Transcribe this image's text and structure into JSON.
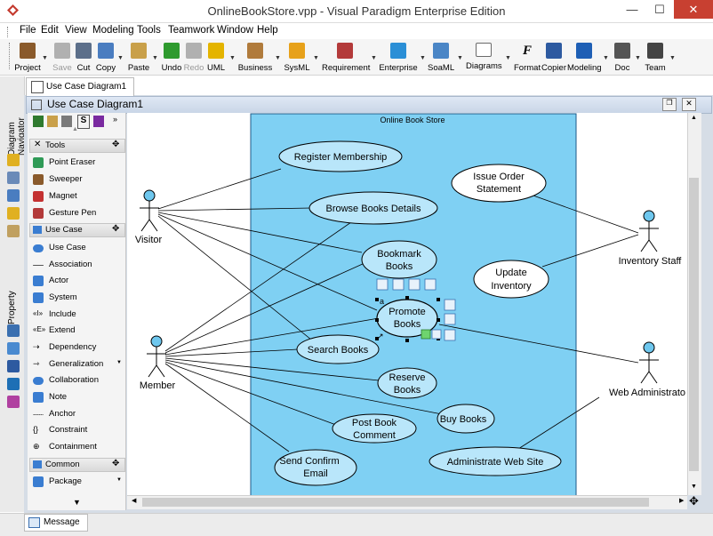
{
  "window": {
    "title": "OnlineBookStore.vpp - Visual Paradigm Enterprise Edition",
    "min": "—",
    "max": "☐",
    "close": "✕"
  },
  "menu": [
    "File",
    "Edit",
    "View",
    "Modeling",
    "Tools",
    "Teamwork",
    "Window",
    "Help"
  ],
  "toolbar": [
    {
      "label": "Project",
      "icon": "project-icon",
      "color": "#8a5a2b",
      "enabled": true
    },
    {
      "label": "Save",
      "icon": "save-icon",
      "color": "#b0b0b0",
      "enabled": false
    },
    {
      "label": "Cut",
      "icon": "scissors-icon",
      "color": "#5c6f8a",
      "enabled": true
    },
    {
      "label": "Copy",
      "icon": "copy-icon",
      "color": "#4a7dc0",
      "enabled": true
    },
    {
      "label": "Paste",
      "icon": "paste-icon",
      "color": "#c9a04a",
      "enabled": true
    },
    {
      "label": "Undo",
      "icon": "undo-icon",
      "color": "#2e9a2e",
      "enabled": true
    },
    {
      "label": "Redo",
      "icon": "redo-icon",
      "color": "#b0b0b0",
      "enabled": false
    },
    {
      "label": "UML",
      "icon": "uml-icon",
      "color": "#e4b400",
      "enabled": true
    },
    {
      "label": "Business",
      "icon": "business-icon",
      "color": "#b07b3c",
      "enabled": true
    },
    {
      "label": "SysML",
      "icon": "sysml-icon",
      "color": "#e7a11a",
      "enabled": true
    },
    {
      "label": "Requirement",
      "icon": "requirement-icon",
      "color": "#b33a3a",
      "enabled": true
    },
    {
      "label": "Enterprise",
      "icon": "enterprise-icon",
      "color": "#2b8fd6",
      "enabled": true
    },
    {
      "label": "SoaML",
      "icon": "soaml-icon",
      "color": "#4b86c6",
      "enabled": true
    },
    {
      "label": "Diagrams",
      "icon": "diagrams-icon",
      "color": "#6a6a6a",
      "enabled": true
    },
    {
      "label": "Format",
      "icon": "format-icon",
      "color": "#333333",
      "enabled": true
    },
    {
      "label": "Copier",
      "icon": "copier-icon",
      "color": "#2d5aa0",
      "enabled": true
    },
    {
      "label": "Modeling",
      "icon": "modeling-icon",
      "color": "#1e5fb5",
      "enabled": true
    },
    {
      "label": "Doc",
      "icon": "doc-icon",
      "color": "#555555",
      "enabled": true
    },
    {
      "label": "Team",
      "icon": "team-icon",
      "color": "#444444",
      "enabled": true
    }
  ],
  "side_strip": {
    "navigator": "Diagram Navigator",
    "property": "Property"
  },
  "tab": {
    "label": "Use Case Diagram1"
  },
  "diagram_header": {
    "title": "Use Case Diagram1"
  },
  "palette": {
    "tools_header": "Tools",
    "tools": [
      {
        "label": "Point Eraser",
        "icon": "eraser-icon",
        "color": "#2f9a56"
      },
      {
        "label": "Sweeper",
        "icon": "sweeper-icon",
        "color": "#8a5a2b"
      },
      {
        "label": "Magnet",
        "icon": "magnet-icon",
        "color": "#c43232"
      },
      {
        "label": "Gesture Pen",
        "icon": "pen-icon",
        "color": "#b33a3a"
      }
    ],
    "usecase_header": "Use Case",
    "usecase_items": [
      {
        "label": "Use Case",
        "icon": "use-case-icon",
        "color": "#3a7dd1"
      },
      {
        "label": "Association",
        "icon": "association-icon",
        "color": "#555555"
      },
      {
        "label": "Actor",
        "icon": "actor-icon",
        "color": "#3a7dd1"
      },
      {
        "label": "System",
        "icon": "system-icon",
        "color": "#3a7dd1"
      },
      {
        "label": "Include",
        "icon": "include-icon",
        "color": "#555555"
      },
      {
        "label": "Extend",
        "icon": "extend-icon",
        "color": "#555555"
      },
      {
        "label": "Dependency",
        "icon": "dependency-icon",
        "color": "#555555"
      },
      {
        "label": "Generalization",
        "icon": "generalization-icon",
        "color": "#555555"
      },
      {
        "label": "Collaboration",
        "icon": "collaboration-icon",
        "color": "#3a7dd1"
      },
      {
        "label": "Note",
        "icon": "note-icon",
        "color": "#3a7dd1"
      },
      {
        "label": "Anchor",
        "icon": "anchor-icon",
        "color": "#555555"
      },
      {
        "label": "Constraint",
        "icon": "constraint-icon",
        "color": "#555555"
      },
      {
        "label": "Containment",
        "icon": "containment-icon",
        "color": "#555555"
      }
    ],
    "common_header": "Common",
    "common_items": [
      {
        "label": "Package",
        "icon": "package-icon",
        "color": "#3a7dd1"
      }
    ]
  },
  "diagram": {
    "system_label": "Online Book Store",
    "actors": [
      {
        "id": "visitor",
        "label": "Visitor"
      },
      {
        "id": "member",
        "label": "Member"
      },
      {
        "id": "inventory",
        "label": "Inventory Staff"
      },
      {
        "id": "webadmin",
        "label": "Web Administrato"
      }
    ],
    "use_cases": [
      {
        "id": "register",
        "lines": [
          "Register Membership"
        ]
      },
      {
        "id": "browse",
        "lines": [
          "Browse Books Details"
        ]
      },
      {
        "id": "bookmark",
        "lines": [
          "Bookmark",
          "Books"
        ]
      },
      {
        "id": "promote",
        "lines": [
          "Promote",
          "Books"
        ]
      },
      {
        "id": "search",
        "lines": [
          "Search Books"
        ]
      },
      {
        "id": "reserve",
        "lines": [
          "Reserve",
          "Books"
        ]
      },
      {
        "id": "buy",
        "lines": [
          "Buy Books"
        ]
      },
      {
        "id": "postcomment",
        "lines": [
          "Post Book",
          "Comment"
        ]
      },
      {
        "id": "sendemail",
        "lines": [
          "Send Confirm",
          "Email"
        ]
      },
      {
        "id": "adminsite",
        "lines": [
          "Administrate Web Site"
        ]
      },
      {
        "id": "issueorder",
        "lines": [
          "Issue Order",
          "Statement"
        ]
      },
      {
        "id": "updateinv",
        "lines": [
          "Update",
          "Inventory"
        ]
      }
    ]
  },
  "status": {
    "message_tab": "Message"
  },
  "colors": {
    "system_fill": "#7fd0f3",
    "use_case_fill": "#b9e6fa",
    "actor_fill": "#6ec7ee",
    "selection": "#000000"
  }
}
